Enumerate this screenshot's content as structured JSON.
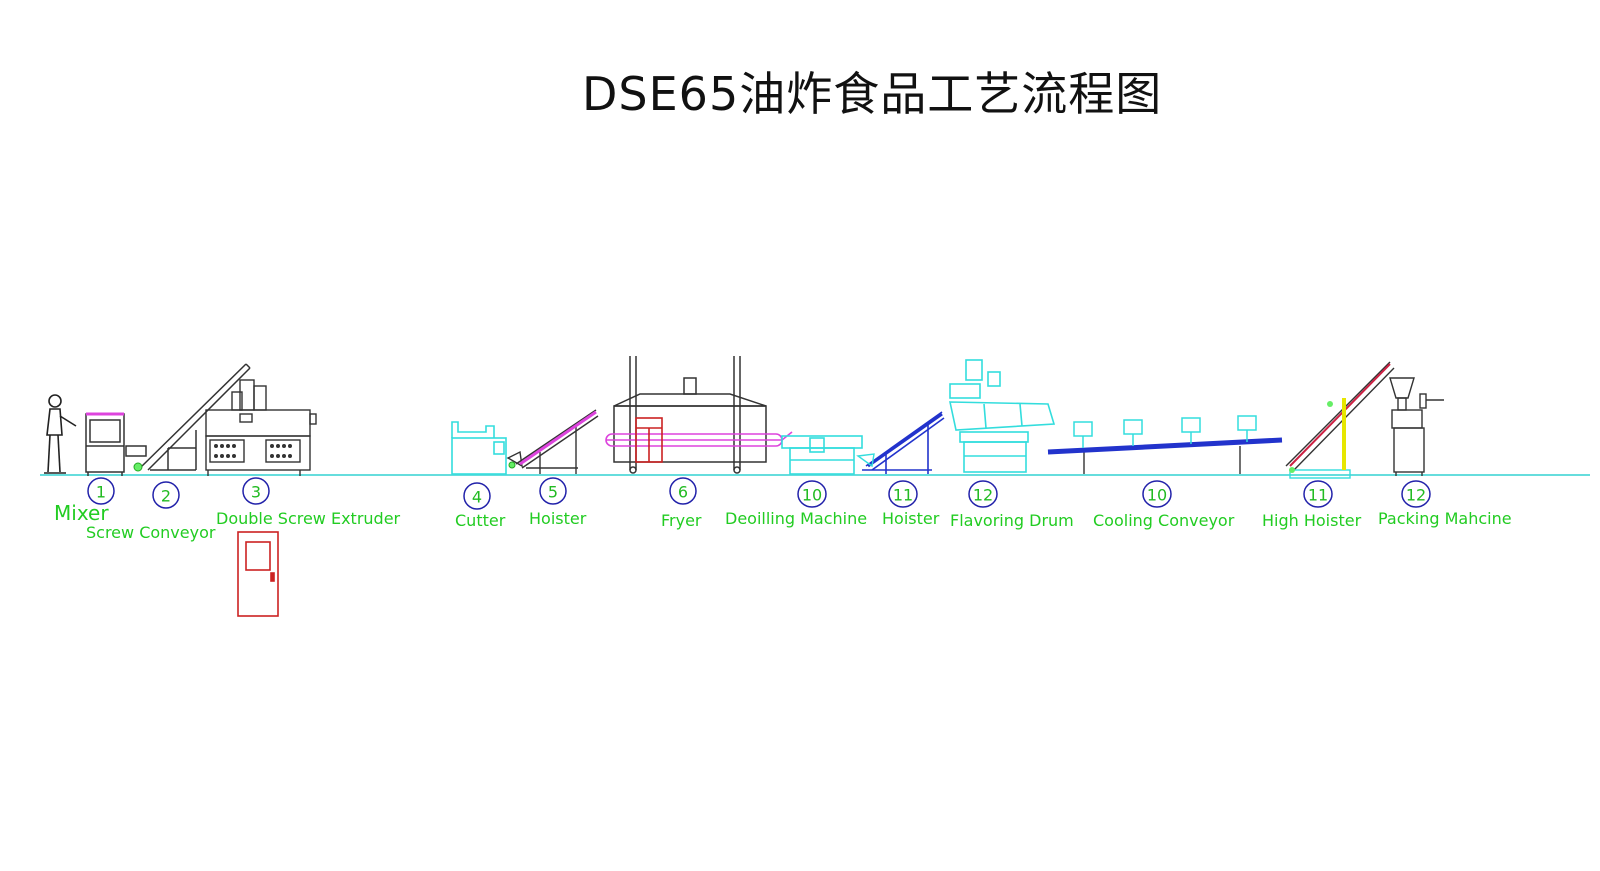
{
  "title": "DSE65油炸食品工艺流程图",
  "stations": [
    {
      "number": "1",
      "label": "Mixer"
    },
    {
      "number": "2",
      "label": "Screw Conveyor"
    },
    {
      "number": "3",
      "label": "Double Screw Extruder"
    },
    {
      "number": "4",
      "label": "Cutter"
    },
    {
      "number": "5",
      "label": "Hoister"
    },
    {
      "number": "6",
      "label": "Fryer"
    },
    {
      "number": "10",
      "label": "Deoilling Machine"
    },
    {
      "number": "11",
      "label": "Hoister"
    },
    {
      "number": "12",
      "label": "Flavoring Drum"
    },
    {
      "number": "10",
      "label": "Cooling Conveyor"
    },
    {
      "number": "11",
      "label": "High Hoister"
    },
    {
      "number": "12",
      "label": "Packing Mahcine"
    }
  ],
  "colors": {
    "floor": "#66dddd",
    "label": "#22cc22",
    "marker_ring": "#2222aa",
    "machine_dark": "#333333",
    "cyan": "#33dddd",
    "magenta": "#dd44dd",
    "blue": "#2233cc",
    "red": "#cc2222",
    "yellow": "#e6e600"
  }
}
